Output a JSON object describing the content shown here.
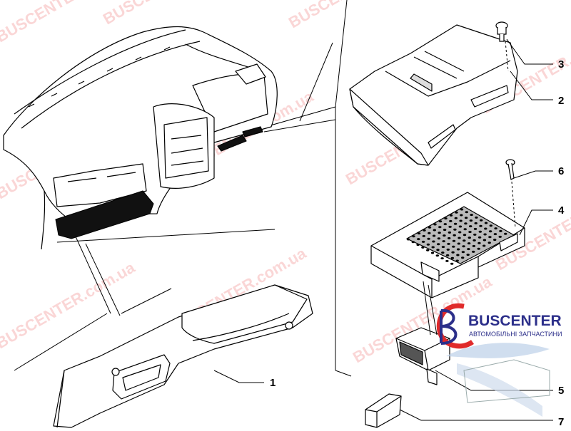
{
  "callouts": [
    {
      "id": "1",
      "label": "1"
    },
    {
      "id": "2",
      "label": "2"
    },
    {
      "id": "3",
      "label": "3"
    },
    {
      "id": "4",
      "label": "4"
    },
    {
      "id": "5",
      "label": "5"
    },
    {
      "id": "6",
      "label": "6"
    },
    {
      "id": "7",
      "label": "7"
    }
  ],
  "watermark": {
    "text": "BUSCENTER.com.ua"
  },
  "logo": {
    "brand": "BUSCENTER",
    "tagline": "АВТОМОБІЛЬНІ ЗАПЧАСТИНИ",
    "accent_color": "#e02a2a",
    "text_color": "#2c2f8a"
  },
  "colors": {
    "line": "#000000",
    "fill_dark": "#111111",
    "watermark": "#f28b8b"
  }
}
